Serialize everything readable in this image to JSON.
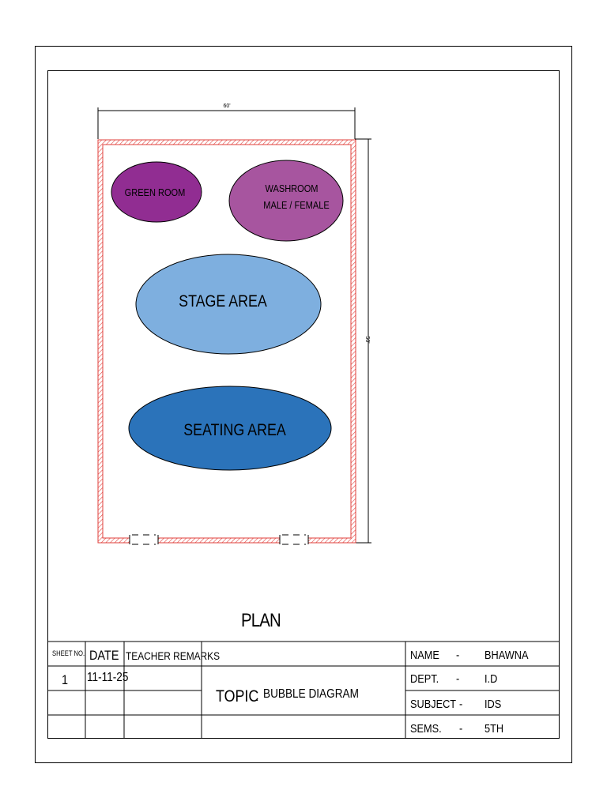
{
  "drawing": {
    "dim_width": "60'",
    "dim_height": "50'",
    "bubbles": [
      {
        "label": "GREEN ROOM",
        "color": "#912d92"
      },
      {
        "label": "WASHROOM",
        "label2": "MALE / FEMALE",
        "color": "#a7559f"
      },
      {
        "label": "STAGE AREA",
        "color": "#7eafdf"
      },
      {
        "label": "SEATING AREA",
        "color": "#2b73ba"
      }
    ],
    "wall_color": "#e0413c",
    "plan_label": "PLAN"
  },
  "title_block": {
    "headers": {
      "sheet_no": "SHEET NO.",
      "date": "DATE",
      "teacher_remarks": "TEACHER REMARKS"
    },
    "sheet_no": "1",
    "date": "11-11-25",
    "topic_label": "TOPIC",
    "topic_sep": "-",
    "topic_value": "BUBBLE DIAGRAM",
    "info": [
      {
        "key": "NAME",
        "sep": "-",
        "value": "BHAWNA"
      },
      {
        "key": "DEPT.",
        "sep": "-",
        "value": "I.D"
      },
      {
        "key": "SUBJECT",
        "sep": "-",
        "value": "IDS"
      },
      {
        "key": "SEMS.",
        "sep": "-",
        "value": "5TH"
      }
    ]
  }
}
